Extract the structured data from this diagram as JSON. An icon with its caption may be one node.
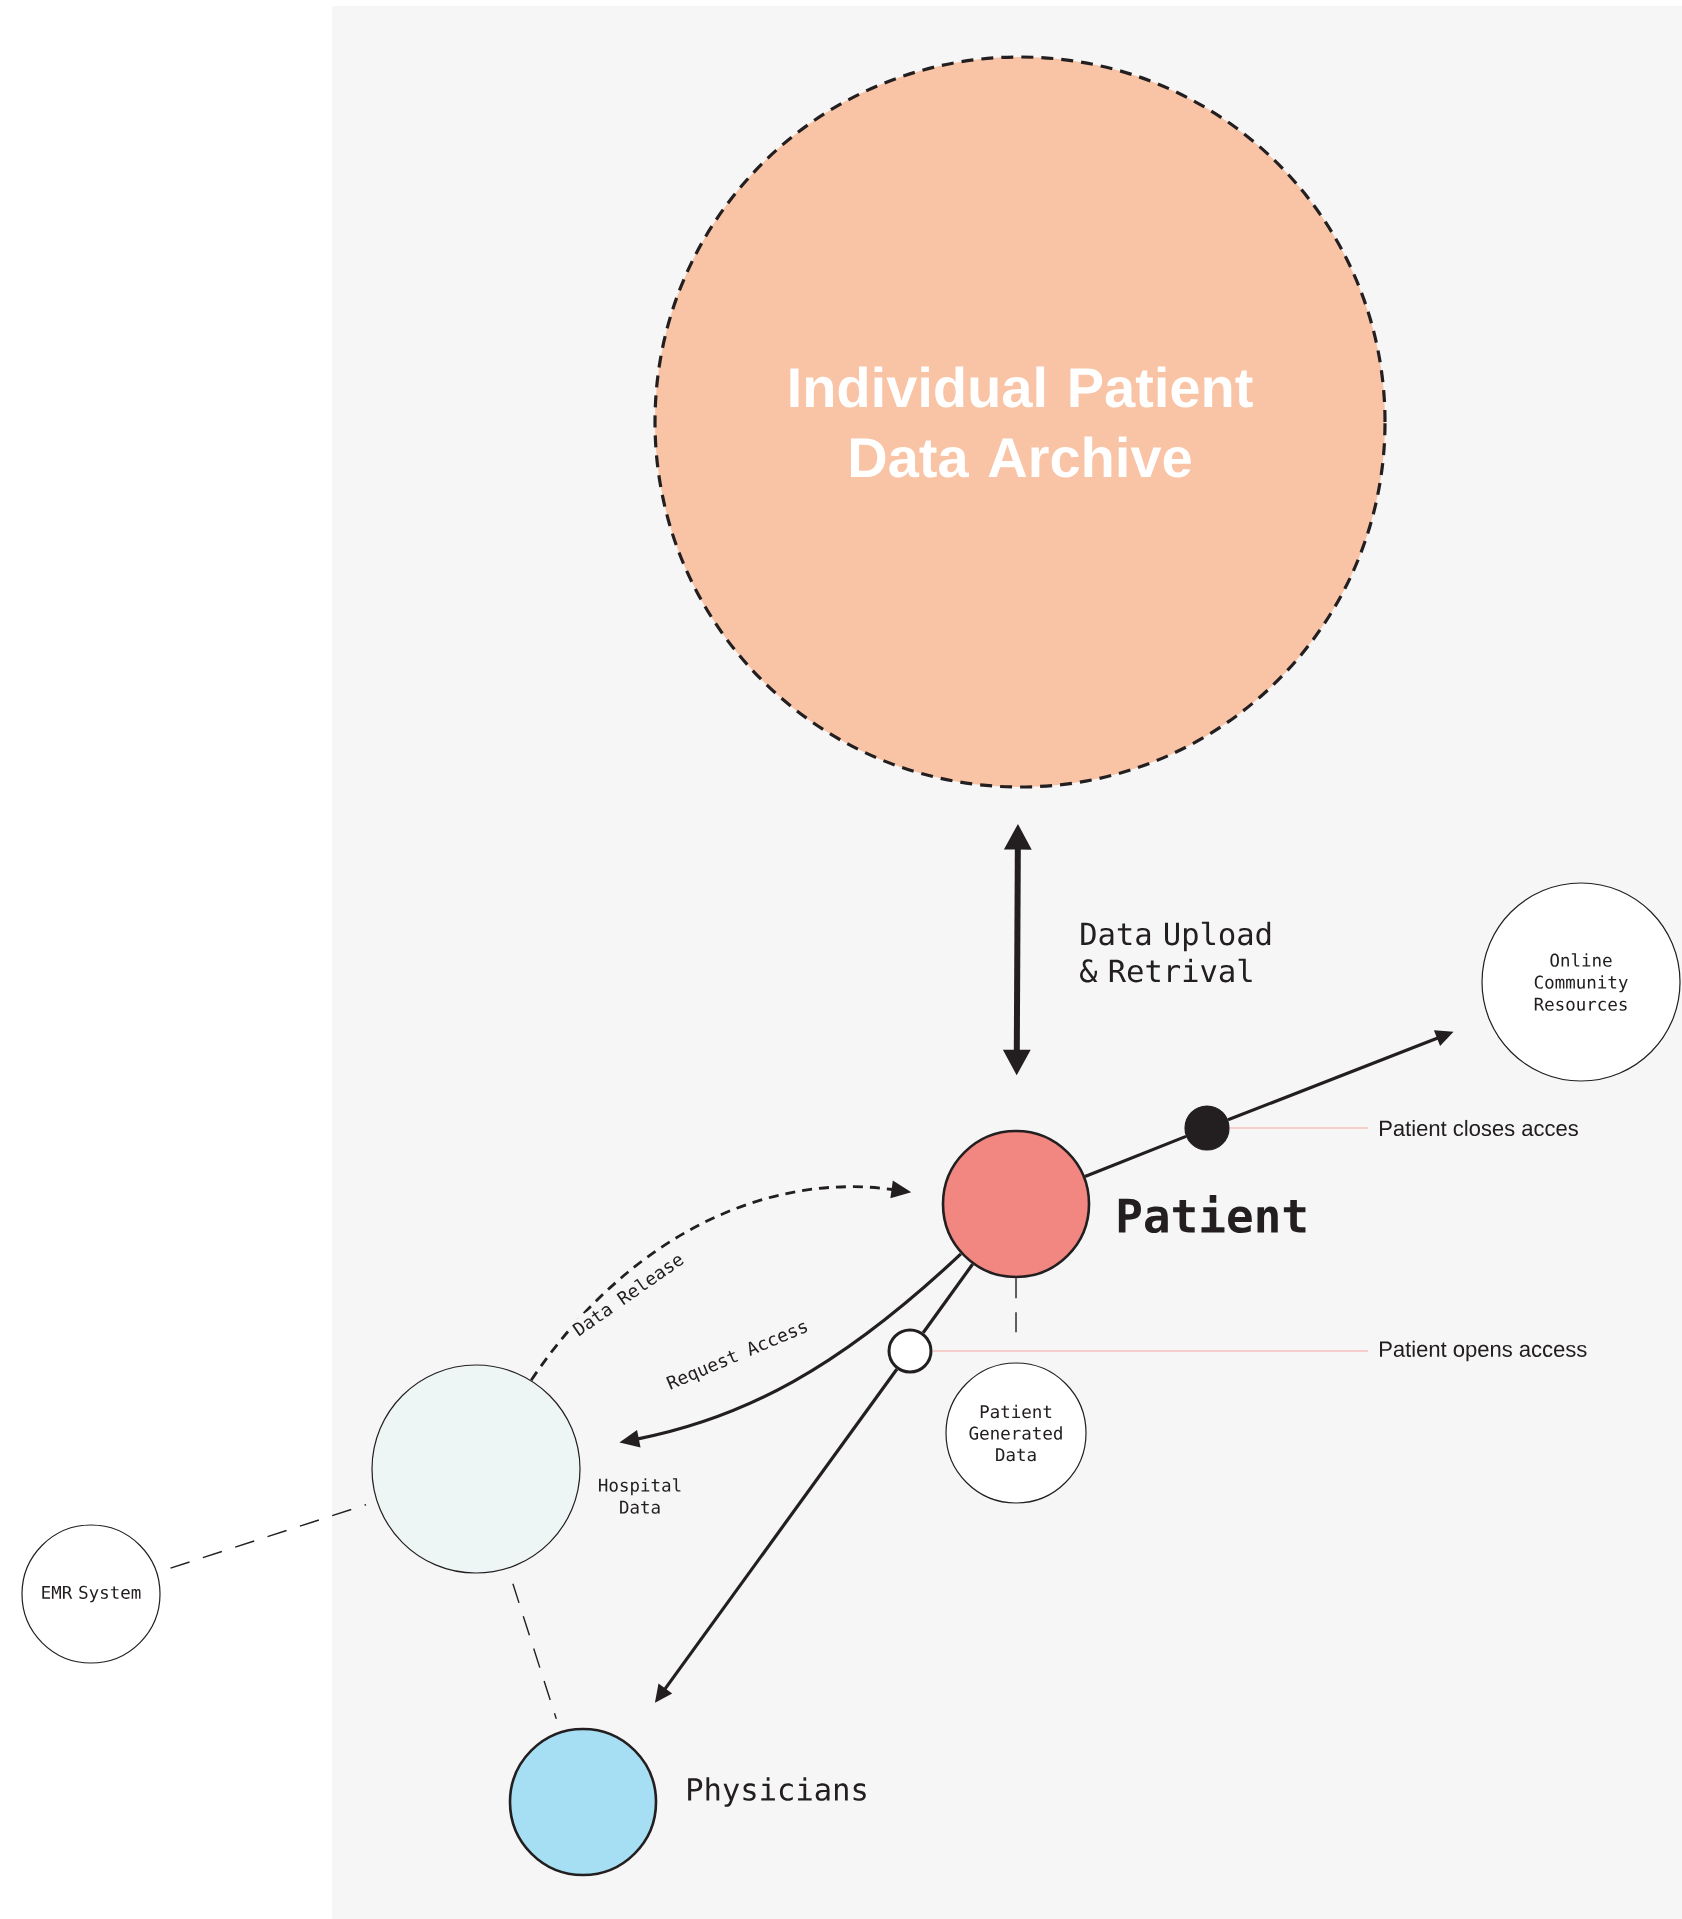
{
  "diagram": {
    "nodes": [
      {
        "text": [
          "Individual Patient Data Archive"
        ]
      },
      {
        "text": [],
        "shape": "circle",
        "beside": [
          "Patient"
        ]
      },
      {
        "text": [
          "Online Community Resources"
        ]
      },
      {
        "text": [],
        "shape": "circle"
      },
      {
        "text": [
          "Patient closes acces"
        ]
      },
      {
        "text": [],
        "shape": "circle"
      },
      {
        "text": [
          "Patient opens access"
        ]
      },
      {
        "text": [
          "Patient Generated Data"
        ]
      },
      {
        "text": [],
        "shape": "circle",
        "beside": [
          "Hospital Data"
        ]
      },
      {
        "text": [
          "EMR System"
        ]
      },
      {
        "text": [],
        "shape": "circle",
        "beside": [
          "Physicians"
        ]
      }
    ],
    "edges": [
      {
        "from": 0,
        "to": 1,
        "arrow": "both",
        "style": "thick",
        "label": "Data Upload & Retrival"
      },
      {
        "from": 1,
        "to": 3,
        "arrow": "none"
      },
      {
        "from": 3,
        "to": 2,
        "arrow": "to"
      },
      {
        "from": 4,
        "to": 3,
        "arrow": "none",
        "color": "#f4a3a0"
      },
      {
        "from": 1,
        "to": 5,
        "arrow": "none"
      },
      {
        "from": 5,
        "to": 10,
        "arrow": "to"
      },
      {
        "from": 6,
        "to": 5,
        "arrow": "none",
        "color": "#f4a3a0"
      },
      {
        "from": 1,
        "to": 7,
        "arrow": "none",
        "style": "dashed"
      },
      {
        "from": 1,
        "to": 8,
        "arrow": "to",
        "label": "Request Access"
      },
      {
        "from": 8,
        "to": 1,
        "arrow": "to",
        "style": "dashed",
        "label": "Data Release"
      },
      {
        "from": 9,
        "to": 8,
        "arrow": "none",
        "style": "dashed"
      },
      {
        "from": 8,
        "to": 10,
        "arrow": "none",
        "style": "dashed"
      }
    ]
  }
}
